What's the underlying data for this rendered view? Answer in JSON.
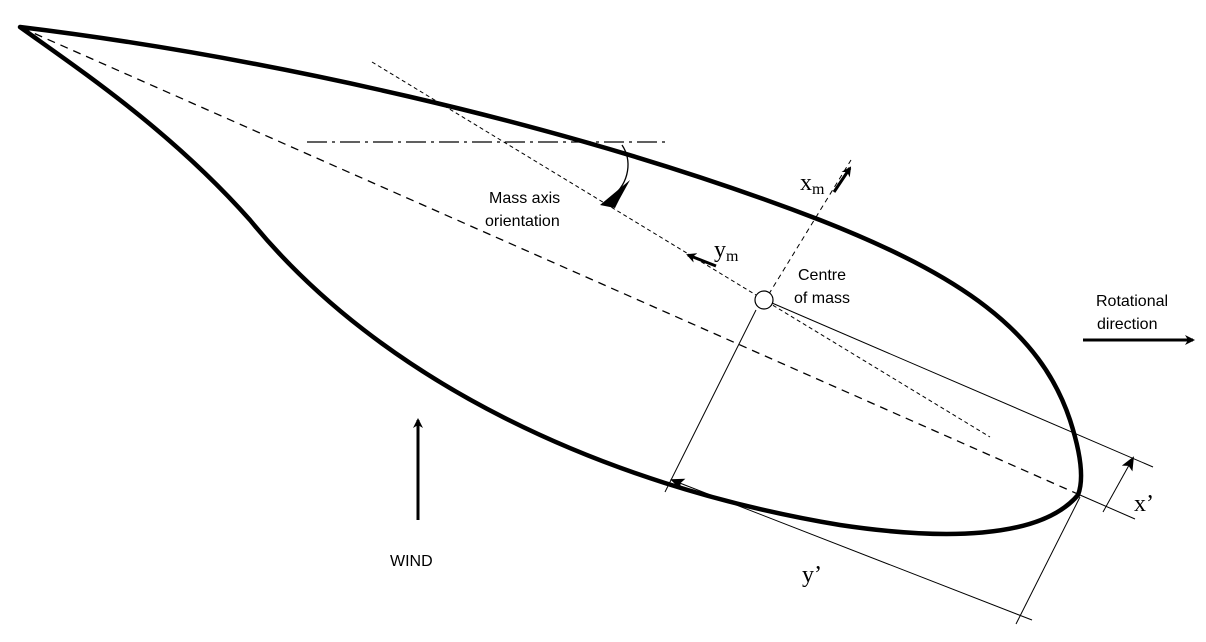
{
  "labels": {
    "mass_axis_line1": "Mass axis",
    "mass_axis_line2": "orientation",
    "centre_line1": "Centre",
    "centre_line2": "of mass",
    "rotation_line1": "Rotational",
    "rotation_line2": "direction",
    "wind": "WIND"
  },
  "symbols": {
    "xm_base": "x",
    "xm_sub": "m",
    "ym_base": "y",
    "ym_sub": "m",
    "x_prime": "x’",
    "y_prime": "y’"
  },
  "colors": {
    "stroke": "#000000",
    "background": "#ffffff"
  }
}
